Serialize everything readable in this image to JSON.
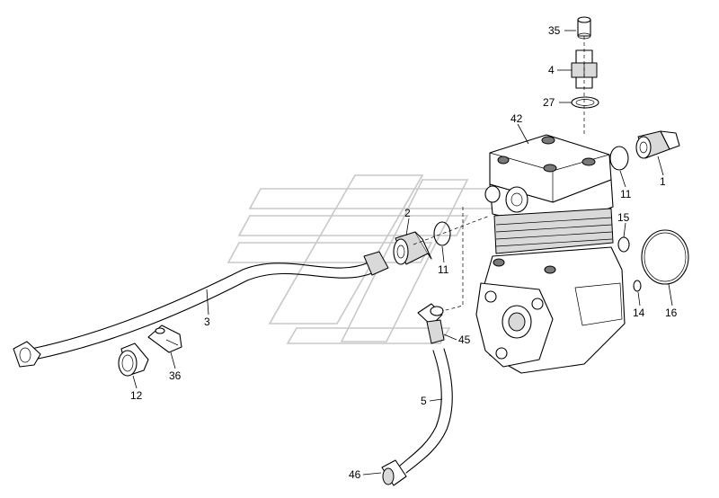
{
  "callouts": [
    {
      "id": "c35",
      "text": "35"
    },
    {
      "id": "c4",
      "text": "4"
    },
    {
      "id": "c27",
      "text": "27"
    },
    {
      "id": "c42",
      "text": "42"
    },
    {
      "id": "c11a",
      "text": "11"
    },
    {
      "id": "c1",
      "text": "1"
    },
    {
      "id": "c2",
      "text": "2"
    },
    {
      "id": "c11b",
      "text": "11"
    },
    {
      "id": "c15",
      "text": "15"
    },
    {
      "id": "c3",
      "text": "3"
    },
    {
      "id": "c45",
      "text": "45"
    },
    {
      "id": "c14",
      "text": "14"
    },
    {
      "id": "c16",
      "text": "16"
    },
    {
      "id": "c12",
      "text": "12"
    },
    {
      "id": "c36",
      "text": "36"
    },
    {
      "id": "c5",
      "text": "5"
    },
    {
      "id": "c46",
      "text": "46"
    }
  ]
}
